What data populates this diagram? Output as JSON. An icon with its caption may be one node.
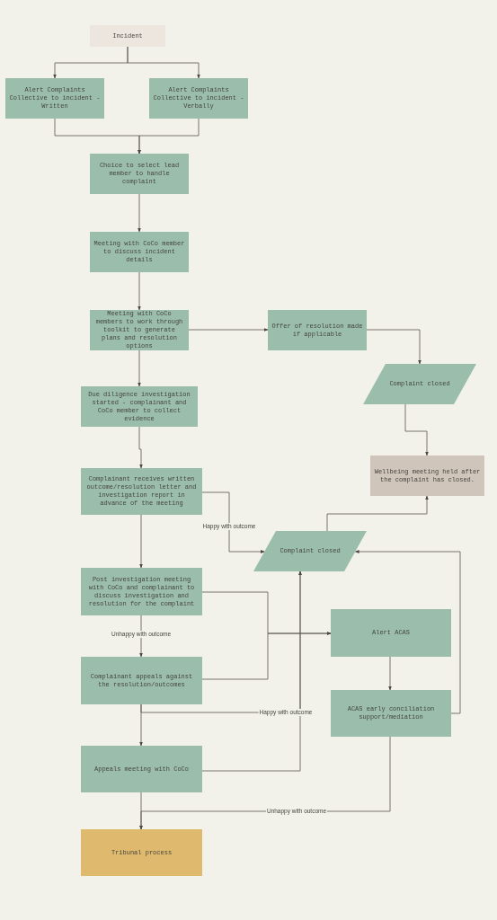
{
  "diagram": {
    "nodes": [
      {
        "text": [
          "Incident"
        ]
      },
      {
        "text": [
          "Alert Complaints Collective to incident - Written"
        ]
      },
      {
        "text": [
          "Alert Complaints Collective to incident - Verbally"
        ]
      },
      {
        "text": [
          "Choice to select lead member to handle complaint"
        ]
      },
      {
        "text": [
          "Meeting with CoCo member to discuss incident details"
        ]
      },
      {
        "text": [
          "Meeting with CoCo members to work through toolkit to generate plans and resolution options"
        ]
      },
      {
        "text": [
          "Offer of resolution made if applicable"
        ]
      },
      {
        "text": [
          "Complaint closed"
        ]
      },
      {
        "text": [
          "Due diligence investigation started - complainant and CoCo member to collect evidence"
        ]
      },
      {
        "text": [
          "Wellbeing meeting held after the complaint has closed."
        ]
      },
      {
        "text": [
          "Complainant receives written outcome/resolution letter and investigation report in advance of the meeting"
        ]
      },
      {
        "text": [
          "Complaint closed"
        ]
      },
      {
        "text": [
          "Post investigation meeting with CoCo and complainant to discuss investigation and resolution for the complaint"
        ]
      },
      {
        "text": [
          "Alert ACAS"
        ]
      },
      {
        "text": [
          "Complainant appeals against the resolution/outcomes"
        ]
      },
      {
        "text": [
          "ACAS early conciliation support/mediation"
        ]
      },
      {
        "text": [
          "Appeals meeting with CoCo"
        ]
      },
      {
        "text": [
          "Tribunal process"
        ]
      }
    ],
    "edges": [
      {
        "from": 0,
        "to": 1,
        "arrow": "to"
      },
      {
        "from": 0,
        "to": 2,
        "arrow": "to"
      },
      {
        "from": 1,
        "to": 3,
        "arrow": "to"
      },
      {
        "from": 2,
        "to": 3,
        "arrow": "to"
      },
      {
        "from": 3,
        "to": 4,
        "arrow": "to"
      },
      {
        "from": 4,
        "to": 5,
        "arrow": "to"
      },
      {
        "from": 5,
        "to": 8,
        "arrow": "to"
      },
      {
        "from": 5,
        "to": 6,
        "arrow": "to"
      },
      {
        "from": 6,
        "to": 7,
        "arrow": "to"
      },
      {
        "from": 7,
        "to": 9,
        "arrow": "to"
      },
      {
        "from": 8,
        "to": 10,
        "arrow": "to"
      },
      {
        "from": 10,
        "to": 11,
        "arrow": "to",
        "label": "Happy with outcome"
      },
      {
        "from": 10,
        "to": 12,
        "arrow": "to"
      },
      {
        "from": 12,
        "to": 14,
        "arrow": "to",
        "label": "Unhappy with outcome"
      },
      {
        "from": 12,
        "to": 13,
        "arrow": "to"
      },
      {
        "from": 14,
        "to": 13,
        "arrow": "to"
      },
      {
        "from": 11,
        "to": 9,
        "arrow": "to"
      },
      {
        "from": 13,
        "to": 15,
        "arrow": "to"
      },
      {
        "from": 15,
        "to": 11,
        "arrow": "to"
      },
      {
        "from": 14,
        "to": 16,
        "arrow": "to"
      },
      {
        "from": 14,
        "to": 11,
        "arrow": "to",
        "label": "Happy with outcome"
      },
      {
        "from": 16,
        "to": 11,
        "arrow": "to"
      },
      {
        "from": 16,
        "to": 17,
        "arrow": "to"
      },
      {
        "from": 15,
        "to": 17,
        "arrow": "to",
        "label": "Unhappy with outcome"
      }
    ]
  }
}
